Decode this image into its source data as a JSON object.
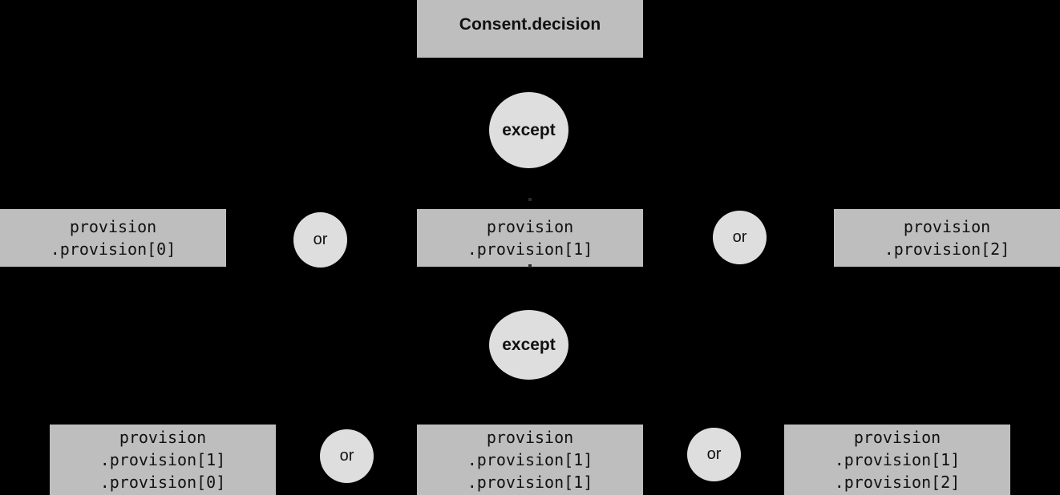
{
  "diagram": {
    "title": "Consent.decision",
    "background_color": "#000000",
    "node_fill_color": "#bebebe",
    "operator_fill_color": "#dedede",
    "text_color": "#111111",
    "root": {
      "label": "Consent.decision"
    },
    "operators": {
      "except_top": "except",
      "except_middle": "except",
      "or_row2_left": "or",
      "or_row2_right": "or",
      "or_row3_left": "or",
      "or_row3_right": "or"
    },
    "row2_nodes": [
      {
        "lines": [
          "provision",
          ".provision[0]"
        ]
      },
      {
        "lines": [
          "provision",
          ".provision[1]"
        ]
      },
      {
        "lines": [
          "provision",
          ".provision[2]"
        ]
      }
    ],
    "row3_nodes": [
      {
        "lines": [
          "provision",
          ".provision[1]",
          ".provision[0]"
        ]
      },
      {
        "lines": [
          "provision",
          ".provision[1]",
          ".provision[1]"
        ]
      },
      {
        "lines": [
          "provision",
          ".provision[1]",
          ".provision[2]"
        ]
      }
    ]
  }
}
